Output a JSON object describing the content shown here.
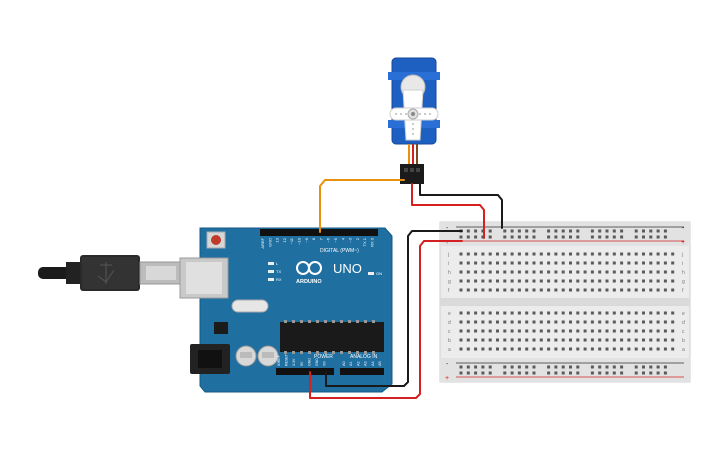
{
  "arduino": {
    "model_label": "UNO",
    "brand_label": "ARDUINO",
    "digital_label": "DIGITAL (PWM~)",
    "power_label": "POWER",
    "analog_label": "ANALOG IN",
    "on_label": "ON",
    "tx_label": "TX",
    "rx_label": "RX",
    "l_label": "L",
    "digital_pins": [
      "AREF",
      "GND",
      "13",
      "12",
      "~11",
      "~10",
      "~9",
      "8",
      "7",
      "~6",
      "~5",
      "4",
      "~3",
      "2",
      "TX 1",
      "RX 0"
    ],
    "power_pins": [
      "IOREF",
      "RESET",
      "3.3V",
      "5V",
      "GND",
      "GND",
      "Vin"
    ],
    "analog_pins": [
      "A0",
      "A1",
      "A2",
      "A3",
      "A4",
      "A5"
    ],
    "board_color": "#1f6fa1"
  },
  "breadboard": {
    "row_letters_top": [
      "j",
      "i",
      "h",
      "g",
      "f"
    ],
    "row_letters_bottom": [
      "e",
      "d",
      "c",
      "b",
      "a"
    ],
    "columns": 30,
    "rail_plus": "+",
    "rail_minus": "-"
  },
  "wires": {
    "signal_color": "#e8910f",
    "power_color": "#d42020",
    "ground_color": "#1a1a1a"
  },
  "servo": {
    "body_color": "#1e5fc2"
  }
}
